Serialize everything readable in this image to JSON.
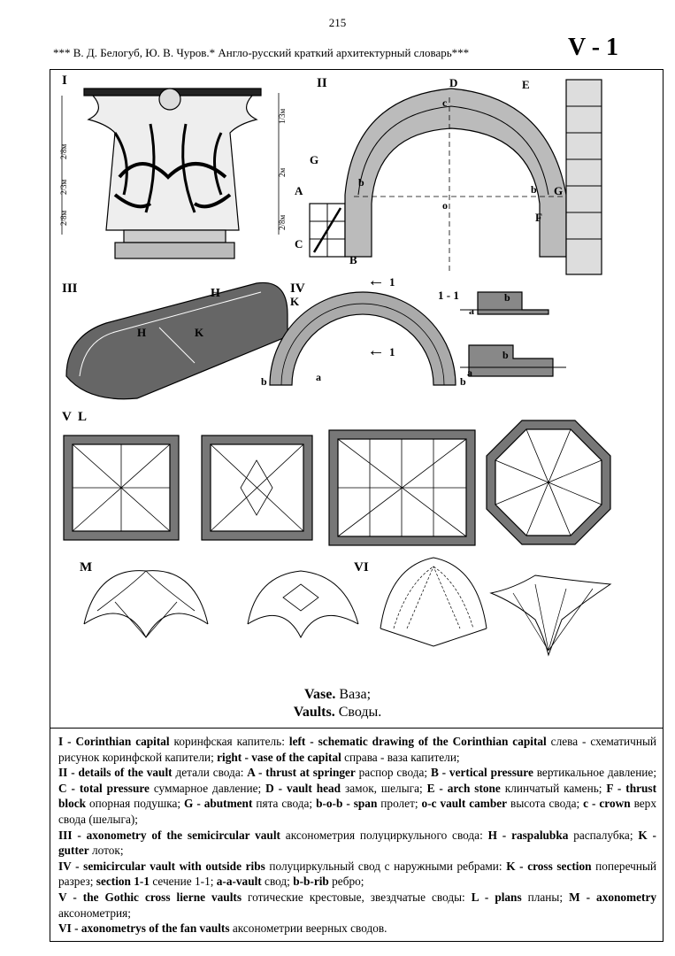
{
  "page_number": "215",
  "header": {
    "text": "*** В. Д. Белогуб, Ю. В. Чуров.* Англо-русский краткий архитектурный словарь***",
    "code": "V - 1"
  },
  "figure": {
    "labels": {
      "I": "I",
      "II": "II",
      "III": "III",
      "IV": "IV",
      "V": "V",
      "L": "L",
      "M": "M",
      "VI": "VI",
      "A": "A",
      "B": "B",
      "C": "C",
      "D": "D",
      "E": "E",
      "F": "F",
      "G": "G",
      "b": "b",
      "c": "c",
      "o": "o",
      "H": "H",
      "K": "K",
      "a": "a",
      "section": "1 - 1",
      "arrow_k1": "1"
    },
    "dims": [
      "1/3м",
      "2/8м",
      "2/3м",
      "2/8м",
      "2м",
      "2/8м"
    ]
  },
  "caption": {
    "line1_bold": "Vase.",
    "line1_rest": " Ваза;",
    "line2_bold": "Vaults.",
    "line2_rest": " Своды."
  },
  "description": [
    {
      "parts": [
        [
          "I - Corinthian capital",
          1
        ],
        [
          " коринфская капитель: ",
          0
        ],
        [
          "left - schematic drawing of the Corinthian capital",
          1
        ],
        [
          " слева - схематичный рисунок коринфской капители; ",
          0
        ],
        [
          "right - vase of the capital",
          1
        ],
        [
          " справа - ваза капители;",
          0
        ]
      ]
    },
    {
      "parts": [
        [
          "II - details of the vault",
          1
        ],
        [
          " детали свода: ",
          0
        ],
        [
          "A - thrust at springer",
          1
        ],
        [
          " распор свода; ",
          0
        ],
        [
          "B - vertical pressure",
          1
        ],
        [
          " вертикальное давление; ",
          0
        ],
        [
          "C - total pressure",
          1
        ],
        [
          " суммарное давление; ",
          0
        ],
        [
          "D - vault head",
          1
        ],
        [
          " замок, шелыга; ",
          0
        ],
        [
          "E - arch stone",
          1
        ],
        [
          " клинчатый камень; ",
          0
        ],
        [
          "F - thrust block",
          1
        ],
        [
          " опорная подушка; ",
          0
        ],
        [
          "G - abutment",
          1
        ],
        [
          " пята свода; ",
          0
        ],
        [
          "b-o-b - span",
          1
        ],
        [
          " пролет; ",
          0
        ],
        [
          "o-c vault camber",
          1
        ],
        [
          " высота свода; ",
          0
        ],
        [
          "c - crown",
          1
        ],
        [
          " верх свода (шелыга);",
          0
        ]
      ]
    },
    {
      "parts": [
        [
          "III - axonometry of the semicircular vault",
          1
        ],
        [
          " аксонометрия полуциркульного свода: ",
          0
        ],
        [
          "H - raspalubka",
          1
        ],
        [
          " распалубка; ",
          0
        ],
        [
          "K - gutter",
          1
        ],
        [
          " лоток;",
          0
        ]
      ]
    },
    {
      "parts": [
        [
          "IV - semicircular vault with outside ribs",
          1
        ],
        [
          " полуциркульный свод с наружными ребрами: ",
          0
        ],
        [
          "K - cross section",
          1
        ],
        [
          " поперечный разрез; ",
          0
        ],
        [
          "section 1-1",
          1
        ],
        [
          " сечение 1-1; ",
          0
        ],
        [
          "a-a-vault",
          1
        ],
        [
          " свод; ",
          0
        ],
        [
          "b-b-rib",
          1
        ],
        [
          " ребро;",
          0
        ]
      ]
    },
    {
      "parts": [
        [
          "V - the Gothic cross lierne vaults",
          1
        ],
        [
          " готические крестовые, звездчатые своды: ",
          0
        ],
        [
          "L - plans",
          1
        ],
        [
          " планы; ",
          0
        ],
        [
          "M - axonometry",
          1
        ],
        [
          " аксонометрия;",
          0
        ]
      ]
    },
    {
      "parts": [
        [
          "VI - axonometrys of the fan vaults",
          1
        ],
        [
          " аксонометрии веерных сводов.",
          0
        ]
      ]
    }
  ]
}
